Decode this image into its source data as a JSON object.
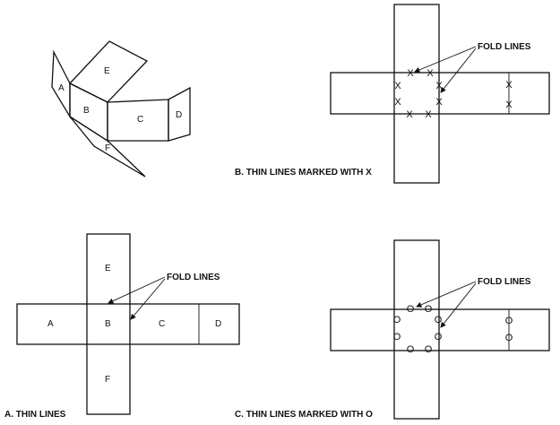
{
  "figure": {
    "perspective": {
      "faces": {
        "a": "A",
        "b": "B",
        "c": "C",
        "d": "D",
        "e": "E",
        "f": "F"
      }
    },
    "panel_a": {
      "caption": "A. THIN LINES",
      "callout": "FOLD LINES",
      "faces": {
        "a": "A",
        "b": "B",
        "c": "C",
        "d": "D",
        "e": "E",
        "f": "F"
      }
    },
    "panel_b": {
      "caption": "B. THIN LINES MARKED WITH X",
      "callout": "FOLD LINES",
      "marker": "X"
    },
    "panel_c": {
      "caption": "C. THIN LINES MARKED WITH O",
      "callout": "FOLD LINES",
      "marker": "O"
    }
  }
}
